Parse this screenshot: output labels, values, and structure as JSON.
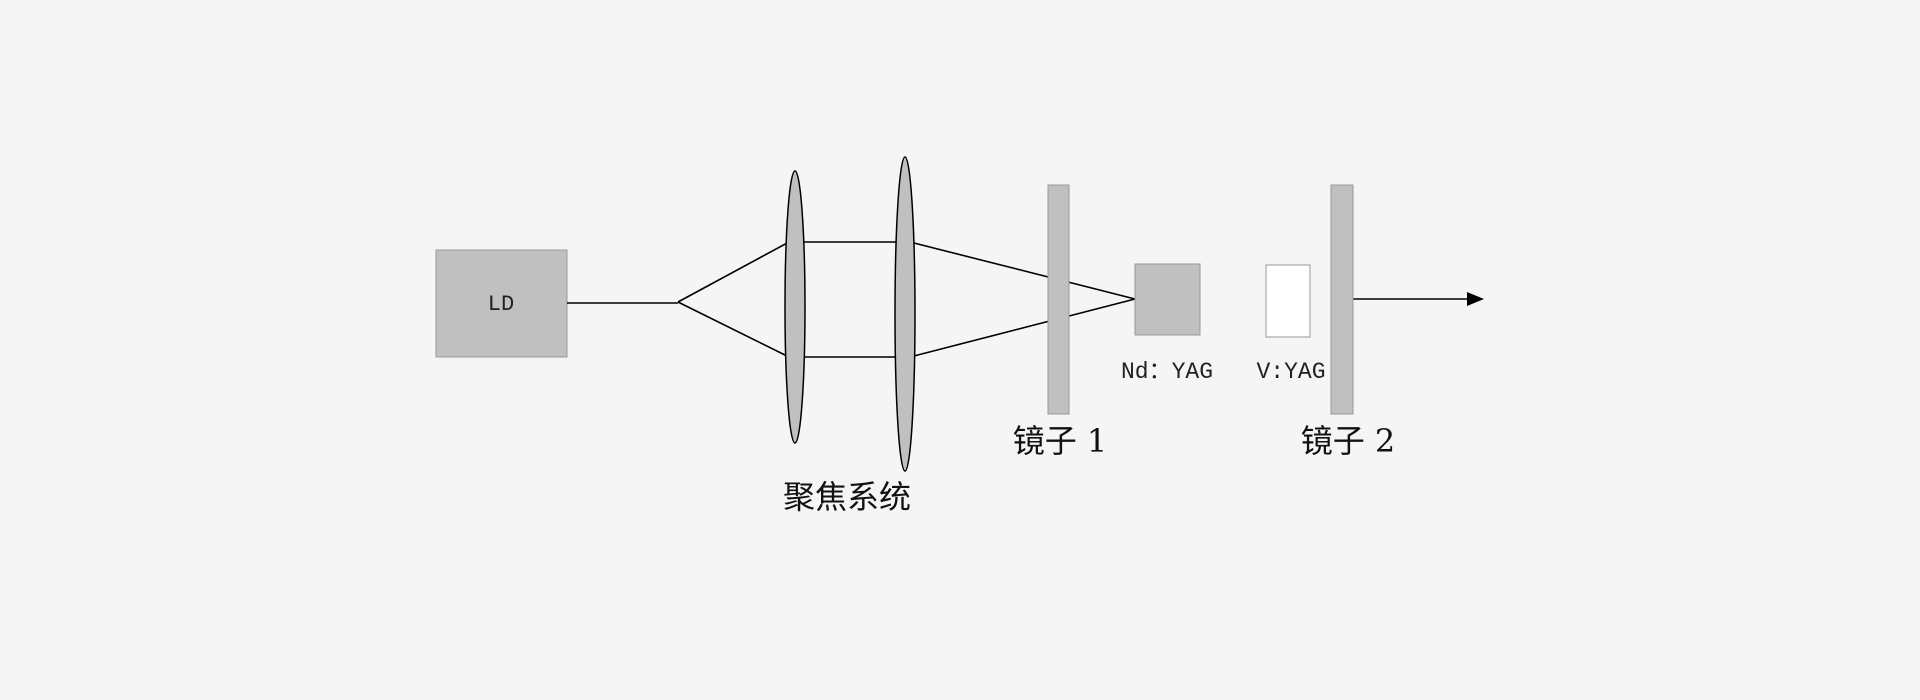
{
  "diagram": {
    "ld_label": "LD",
    "focusing_label": "聚焦系统",
    "mirror1_label": "镜子 1",
    "mirror2_label": "镜子 2",
    "gain_crystal_label": "Nd：YAG",
    "saturable_absorber_label": "V:YAG"
  },
  "colors": {
    "background": "#f5f5f5",
    "component_fill": "#c0c0c0",
    "absorber_fill": "#ffffff",
    "line": "#000000"
  }
}
